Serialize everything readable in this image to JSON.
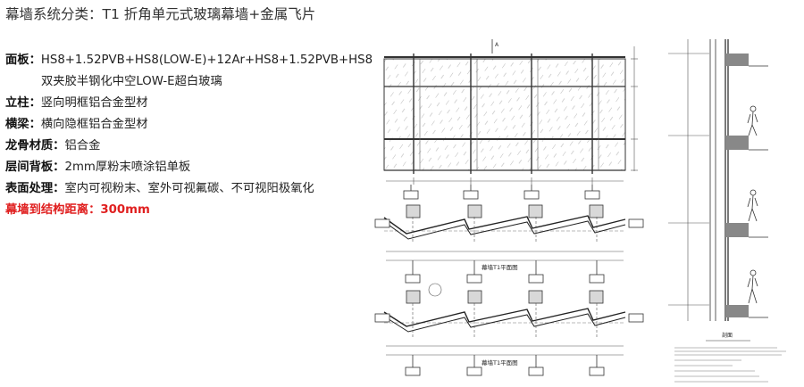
{
  "page_title": "幕墙系统分类：T1 折角单元式玻璃幕墙+金属飞片",
  "specs": {
    "panel_label": "面板：",
    "panel_value": "HS8+1.52PVB+HS8(LOW-E)+12Ar+HS8+1.52PVB+HS8",
    "panel_value_2": "双夹胶半钢化中空LOW-E超白玻璃",
    "mullion_label": "立柱：",
    "mullion_value": "竖向明框铝合金型材",
    "transom_label": "横梁：",
    "transom_value": "横向隐框铝合金型材",
    "frame_label": "龙骨材质：",
    "frame_value": "铝合金",
    "spandrel_label": "层间背板：",
    "spandrel_value": "2mm厚粉末喷涂铝单板",
    "finish_label": "表面处理：",
    "finish_value": "室内可视粉末、室外可视氟碳、不可视阳极氧化",
    "distance_label": "幕墙到结构距离：",
    "distance_value": "300mm"
  },
  "drawing": {
    "plan_label_1": "幕墙T1平面图",
    "plan_label_2": "幕墙T1平面图",
    "section_label": "剖面"
  }
}
